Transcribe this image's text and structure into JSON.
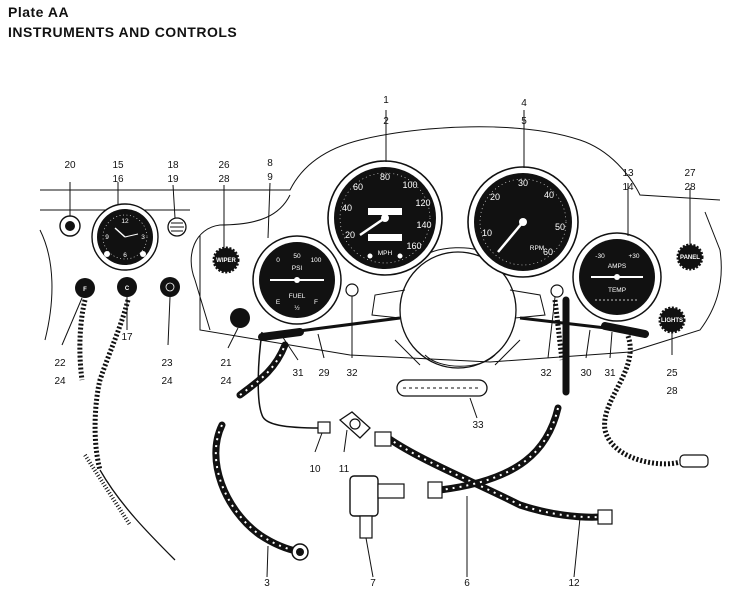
{
  "plate": "Plate AA",
  "heading": "INSTRUMENTS AND CONTROLS",
  "callouts": [
    "1",
    "2",
    "3",
    "4",
    "5",
    "6",
    "7",
    "8",
    "9",
    "10",
    "11",
    "12",
    "13",
    "14",
    "15",
    "16",
    "17",
    "18",
    "19",
    "20",
    "21",
    "22",
    "23",
    "24",
    "24",
    "24",
    "25",
    "26",
    "27",
    "28",
    "28",
    "28",
    "29",
    "30",
    "31",
    "31",
    "32",
    "32",
    "33"
  ],
  "knob_labels": {
    "wiper": "WIPER",
    "panel": "PANEL",
    "lights": "LIGHTS"
  },
  "switch_letters": {
    "f": "F",
    "c": "C"
  },
  "speedometer": {
    "unit": "MPH",
    "ticks": [
      "20",
      "40",
      "60",
      "80",
      "100",
      "120",
      "140",
      "160"
    ]
  },
  "tachometer": {
    "unit": "RPM",
    "ticks": [
      "10",
      "20",
      "30",
      "40",
      "50",
      "60"
    ]
  },
  "left_combo": {
    "ticks": [
      "0",
      "50",
      "100"
    ],
    "fuel": [
      "E",
      "½",
      "F"
    ],
    "upper": "PSI",
    "lower": "FUEL"
  },
  "right_combo": {
    "upper": "AMPS",
    "lower": "TEMP",
    "ticks": [
      "-30",
      "+30"
    ]
  },
  "clock_numbers": [
    "12",
    "3",
    "6",
    "9"
  ],
  "colors": {
    "ink": "#111111",
    "paper": "#ffffff"
  }
}
